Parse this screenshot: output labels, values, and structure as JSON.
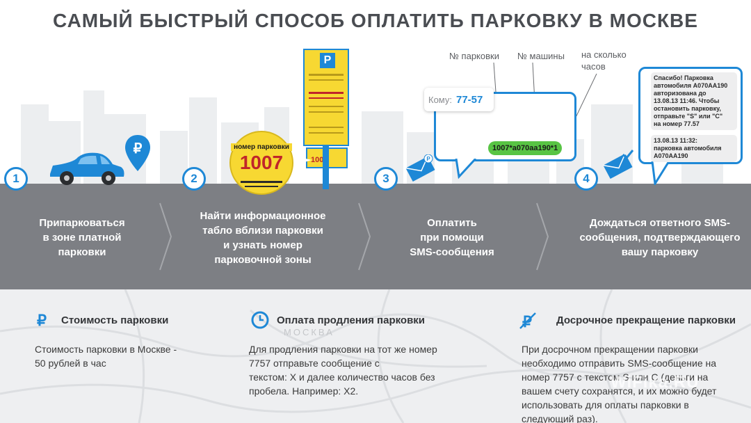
{
  "title": "САМЫЙ БЫСТРЫЙ СПОСОБ ОПЛАТИТЬ ПАРКОВКУ В МОСКВЕ",
  "colors": {
    "accent": "#1e88d6",
    "band": "#7d7f84",
    "sign": "#f7d832",
    "sms_green": "#58c444"
  },
  "steps": [
    {
      "num": "1",
      "text_lines": [
        "Припарковаться",
        "в зоне платной",
        "парковки"
      ]
    },
    {
      "num": "2",
      "text_lines": [
        "Найти информационное",
        "табло вблизи парковки",
        "и узнать номер",
        "парковочной зоны"
      ]
    },
    {
      "num": "3",
      "text_lines": [
        "Оплатить",
        "при помощи",
        "SMS-сообщения"
      ]
    },
    {
      "num": "4",
      "text_lines": [
        "Дождаться ответного SMS-",
        "сообщения, подтверждающего",
        "вашу парковку"
      ]
    }
  ],
  "sign": {
    "p": "P",
    "number": "1007"
  },
  "badge": {
    "label": "номер парковки",
    "number": "1007"
  },
  "sms": {
    "to_label": "Кому:",
    "to_value": "77-57",
    "message": "1007*а070аа190*1",
    "hints": {
      "parking": "№ парковки",
      "car": "№ машины",
      "hours_lines": [
        "на сколько",
        "часов"
      ]
    }
  },
  "reply": {
    "msg1_lines": [
      "Спасибо! Парковка",
      "автомобиля А070АА190",
      "авторизована до",
      "13.08.13 11:46. Чтобы",
      "остановить парковку,",
      "отправьте \"S\" или \"С\"",
      "на номер 77.57"
    ],
    "msg2_lines": [
      "13.08.13 11:32:",
      "парковка автомобиля",
      "А070АА190"
    ]
  },
  "info": [
    {
      "icon": "parking-icon",
      "title": "Стоимость парковки",
      "text_lines": [
        "Стоимость парковки в Москве -",
        "50 рублей в час"
      ]
    },
    {
      "icon": "clock-icon",
      "title": "Оплата продления парковки",
      "text_lines": [
        "Для продления парковки на тот же номер",
        "7757 отправьте сообщение с",
        "текстом: Х и далее количество часов без",
        "пробела. Например: Х2."
      ]
    },
    {
      "icon": "parking-crossed-icon",
      "title": "Досрочное прекращение парковки",
      "text_lines": [
        "При досрочном прекращении парковки",
        "необходимо отправить SMS-сообщение на",
        "номер 7757 с текстом S или С (деньги на",
        "вашем счету сохранятся, и их можно будет",
        "использовать для оплаты парковки в",
        "следующий раз)."
      ]
    }
  ],
  "map_label": "МОСКВА",
  "watermark": "WiFika.RU"
}
